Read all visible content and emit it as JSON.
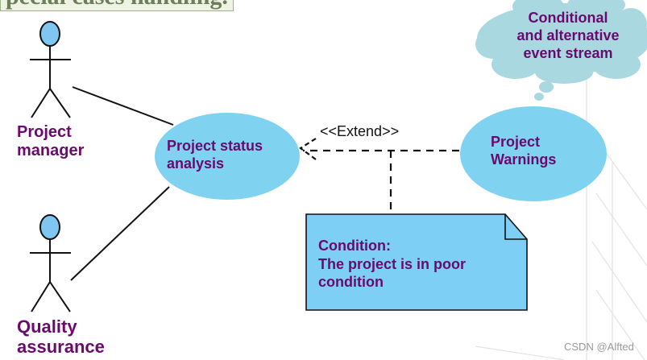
{
  "header": {
    "title": "pecial cases handling."
  },
  "actors": [
    {
      "name": "project-manager",
      "label_lines": [
        "Project",
        "manager"
      ]
    },
    {
      "name": "quality-assurance",
      "label_lines": [
        "Quality",
        "assurance"
      ]
    }
  ],
  "use_cases": {
    "main": {
      "label_lines": [
        "Project status",
        "analysis"
      ]
    },
    "extension": {
      "label_lines": [
        "Project",
        "Warnings"
      ]
    }
  },
  "relationship": {
    "stereotype": "<<Extend>>"
  },
  "cloud": {
    "label_lines": [
      "Conditional",
      "and alternative",
      "event stream"
    ]
  },
  "note": {
    "label_lines": [
      "Condition:",
      "The project is in poor",
      "condition"
    ]
  },
  "watermark": "CSDN @Alfted",
  "colors": {
    "usecase_fill": "#7fd2f0",
    "note_fill": "#7dcff5",
    "cloud_fill": "#a9d8e0",
    "label_purple": "#6a0a6e",
    "actor_head": "#7fc7f0"
  }
}
